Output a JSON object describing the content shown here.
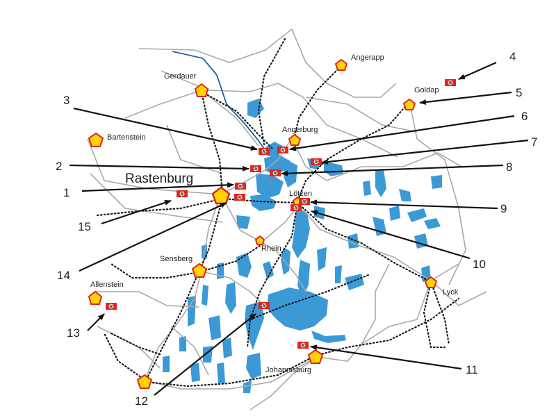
{
  "map": {
    "hq_label": "Rastenburg",
    "colors": {
      "lake": "#3b9ad6",
      "road": "#a8a8a8",
      "rail": "#1a1a1a",
      "river": "#1d5f9c",
      "town_fill": "#ffd400",
      "town_stroke": "#e0251b",
      "flag": "#e0251b",
      "arrow": "#111111"
    },
    "towns": [
      {
        "id": "angerapp",
        "name": "Angerapp",
        "size": "small"
      },
      {
        "id": "gerdauer",
        "name": "Gerdauer",
        "size": "medium"
      },
      {
        "id": "goldap",
        "name": "Goldap",
        "size": "small"
      },
      {
        "id": "bartenstein",
        "name": "Bartenstein",
        "size": "medium"
      },
      {
        "id": "angerburg",
        "name": "Angerburg",
        "size": "small"
      },
      {
        "id": "rastenburg",
        "name": "",
        "size": "large"
      },
      {
        "id": "loetzen",
        "name": "Lötzen",
        "size": "tiny"
      },
      {
        "id": "rhein",
        "name": "Rhein",
        "size": "tiny"
      },
      {
        "id": "sensberg",
        "name": "Sensberg",
        "size": "medium"
      },
      {
        "id": "allenstein",
        "name": "Allenstein",
        "size": "medium"
      },
      {
        "id": "lyck",
        "name": "Lyck",
        "size": "small"
      },
      {
        "id": "johannisburg",
        "name": "Johannisburg",
        "size": "medium"
      },
      {
        "id": "southwest",
        "name": "",
        "size": "medium"
      }
    ],
    "sites": [
      {
        "number": "1"
      },
      {
        "number": "2"
      },
      {
        "number": "3"
      },
      {
        "number": "4"
      },
      {
        "number": "5"
      },
      {
        "number": "6"
      },
      {
        "number": "7"
      },
      {
        "number": "8"
      },
      {
        "number": "9"
      },
      {
        "number": "10"
      },
      {
        "number": "11"
      },
      {
        "number": "12"
      },
      {
        "number": "13"
      },
      {
        "number": "14"
      },
      {
        "number": "15"
      }
    ]
  }
}
